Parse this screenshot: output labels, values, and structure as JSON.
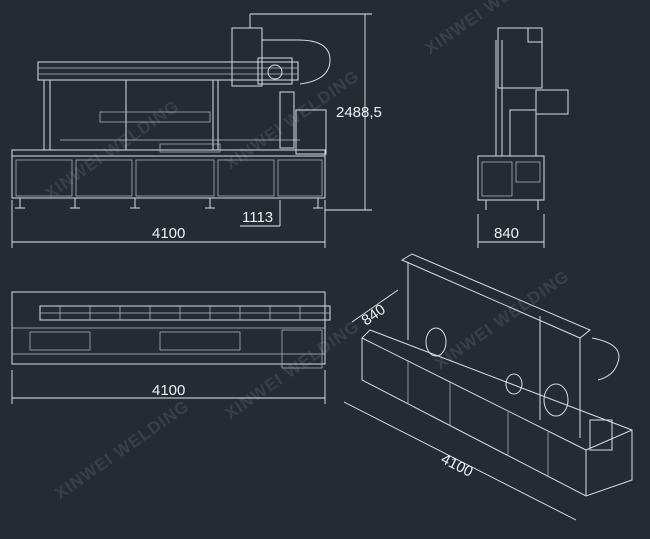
{
  "watermark": "XINWEI WELDING",
  "colors": {
    "background": "#262b33",
    "line": "#d8dce2",
    "watermark": "#3a3f47"
  },
  "dimensions": {
    "front_length": "4100",
    "front_height": "2488,5",
    "front_offset": "1113",
    "side_width": "840",
    "top_length": "4100",
    "iso_length": "4100",
    "iso_width": "840"
  }
}
